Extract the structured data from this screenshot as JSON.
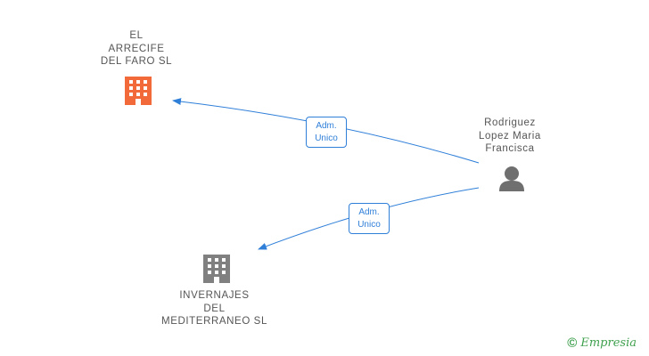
{
  "nodes": {
    "company_top": {
      "label": "EL\nARRECIFE\nDEL FARO SL",
      "icon": "building-icon",
      "color": "#f26a3a"
    },
    "company_bottom": {
      "label": "INVERNAJES\nDEL\nMEDITERRANEO SL",
      "icon": "building-icon",
      "color": "#808080"
    },
    "person": {
      "label": "Rodriguez\nLopez Maria\nFrancisca",
      "icon": "person-icon",
      "color": "#6f6f6f"
    }
  },
  "edges": [
    {
      "from": "person",
      "to": "company_top",
      "label": "Adm.\nUnico"
    },
    {
      "from": "person",
      "to": "company_bottom",
      "label": "Adm.\nUnico"
    }
  ],
  "colors": {
    "edge": "#2f7fd9",
    "label_text": "#555555",
    "brand": "#3fa04e"
  },
  "brand": {
    "copyright": "©",
    "name": "Empresia"
  }
}
